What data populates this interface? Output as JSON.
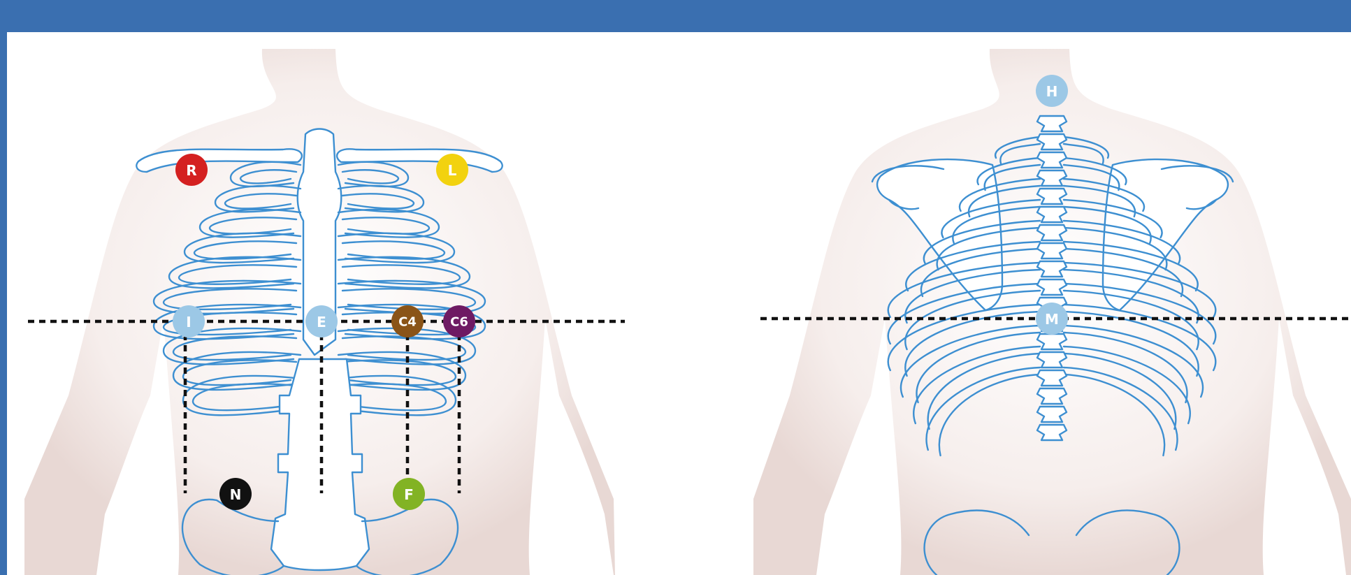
{
  "colors": {
    "frame": "#3a6fb0",
    "skin_edge": "#eadad6",
    "skin_center": "#ffffff",
    "bone": "#3d8fd1",
    "guide": "#111111"
  },
  "front_view": {
    "electrodes": [
      {
        "id": "R",
        "label": "R",
        "color": "#d42020"
      },
      {
        "id": "L",
        "label": "L",
        "color": "#f2d20f"
      },
      {
        "id": "I",
        "label": "I",
        "color": "#9cc8e6"
      },
      {
        "id": "E",
        "label": "E",
        "color": "#9cc8e6"
      },
      {
        "id": "C4",
        "label": "C4",
        "color": "#8a5418"
      },
      {
        "id": "C6",
        "label": "C6",
        "color": "#6e1a63"
      },
      {
        "id": "N",
        "label": "N",
        "color": "#111111"
      },
      {
        "id": "F",
        "label": "F",
        "color": "#82b324"
      }
    ]
  },
  "back_view": {
    "electrodes": [
      {
        "id": "H",
        "label": "H",
        "color": "#9cc8e6"
      },
      {
        "id": "M",
        "label": "M",
        "color": "#9cc8e6"
      }
    ]
  }
}
